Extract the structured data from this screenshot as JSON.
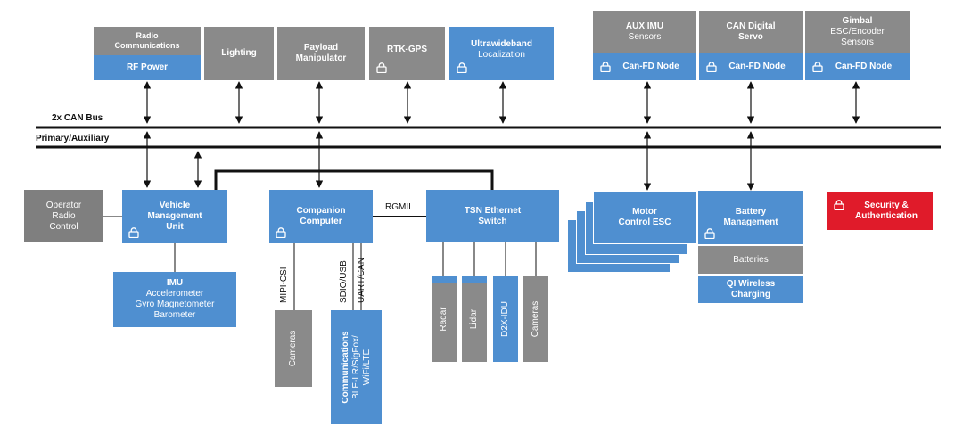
{
  "bus": {
    "can_label": "2x CAN Bus",
    "primary_label": "Primary/Auxiliary"
  },
  "top": {
    "radio_comm": "Radio\nCommunications",
    "rf_power": "RF Power",
    "lighting": "Lighting",
    "payload": "Payload\nManipulator",
    "rtk_gps": "RTK-GPS",
    "uwb_title": "Ultrawideband",
    "uwb_sub": "Localization",
    "aux_imu_title": "AUX IMU",
    "aux_imu_sub": "Sensors",
    "can_servo": "CAN Digital\nServo",
    "gimbal_title": "Gimbal",
    "gimbal_sub": "ESC/Encoder\nSensors",
    "can_fd_node": "Can-FD Node"
  },
  "middle": {
    "operator": "Operator\nRadio\nControl",
    "vmu": "Vehicle\nManagement\nUnit",
    "companion": "Companion\nComputer",
    "rgmii": "RGMII",
    "tsn": "TSN Ethernet\nSwitch",
    "motor_esc": "Motor\nControl ESC",
    "battery_mgmt": "Battery\nManagement",
    "security": "Security &\nAuthentication"
  },
  "bottom": {
    "imu_title": "IMU",
    "imu_sub": "Accelerometer\nGyro Magnetometer\nBarometer",
    "mipi": "MIPI-CSI",
    "sdio": "SDIO/USB",
    "uart": "UART/CAN",
    "cameras_left": "Cameras",
    "communications_title": "Communications",
    "communications_sub": "BLE-LR/SigFox/\nWiFi/LTE",
    "radar": "Radar",
    "lidar": "Lidar",
    "d2x": "D2X-IDU",
    "cameras_right": "Cameras",
    "batteries": "Batteries",
    "qi_wireless": "QI Wireless\nCharging"
  },
  "colors": {
    "blue": "#4f8fd0",
    "gray": "#8a8a8a",
    "red": "#e01b2a",
    "line": "#111111"
  }
}
